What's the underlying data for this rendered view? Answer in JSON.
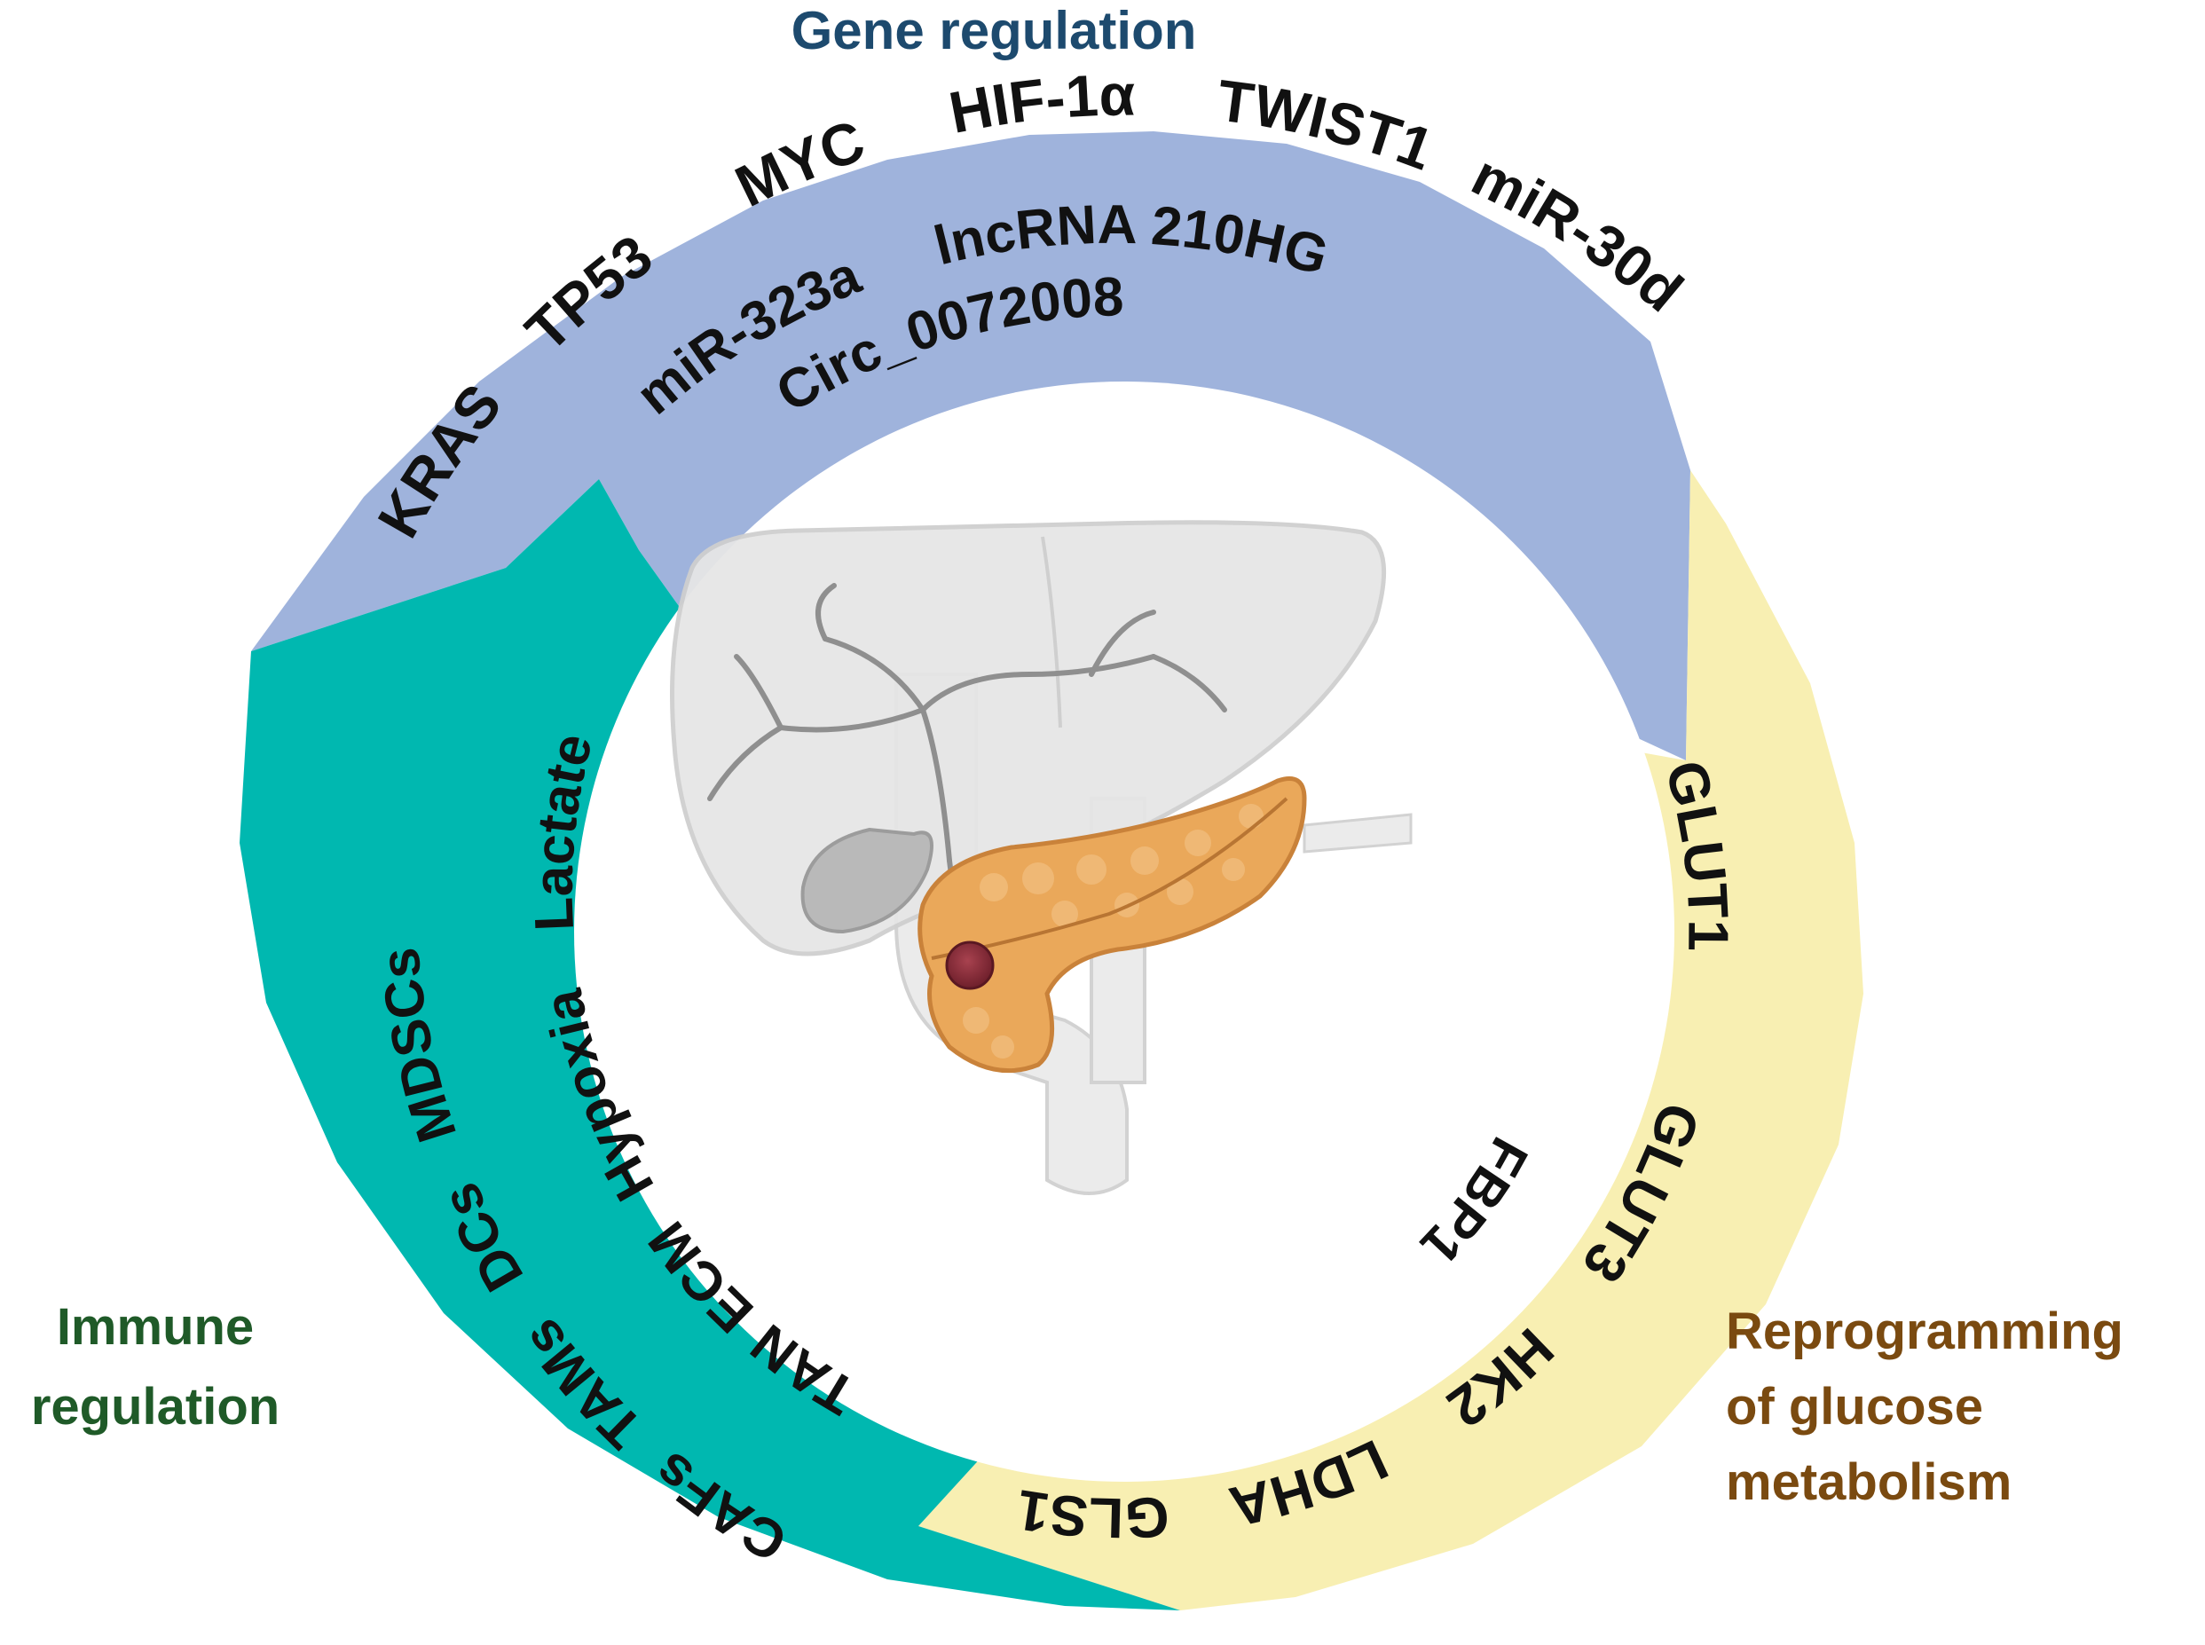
{
  "colors": {
    "gene": "#9fb3dc",
    "glucose": "#f8efb2",
    "immune": "#00b8b0",
    "gene_title": "#1d4a6e",
    "immune_title": "#1f5a28",
    "glucose_title": "#7a4a10",
    "organ_gray": "#e2e2e2",
    "pancreas": "#eaa85a",
    "tumor": "#8b2c3a"
  },
  "icons": {
    "organs": "liver-pancreas-illustration"
  },
  "categories": {
    "gene": {
      "title": "Gene regulation"
    },
    "immune": {
      "line1": "Immune",
      "line2": "regulation"
    },
    "glucose": {
      "line1": "Reprogramming",
      "line2": "of glucose",
      "line3": "metabolism"
    }
  },
  "gene_factors": [
    "KRAS",
    "TP53",
    "MYC",
    "HIF-1α",
    "TWIST1",
    "miR-30d",
    "miR-323a",
    "lncRNA 210HG",
    "Circ_0072008"
  ],
  "immune_factors": [
    "CAFs",
    "TAMs",
    "DCs",
    "MDSCs",
    "TAN",
    "ECM",
    "Hypoxia",
    "Lactate"
  ],
  "glucose_factors": [
    "GLUT1",
    "GLUT3",
    "HK2",
    "LDHA",
    "GLS1",
    "FBP1"
  ]
}
